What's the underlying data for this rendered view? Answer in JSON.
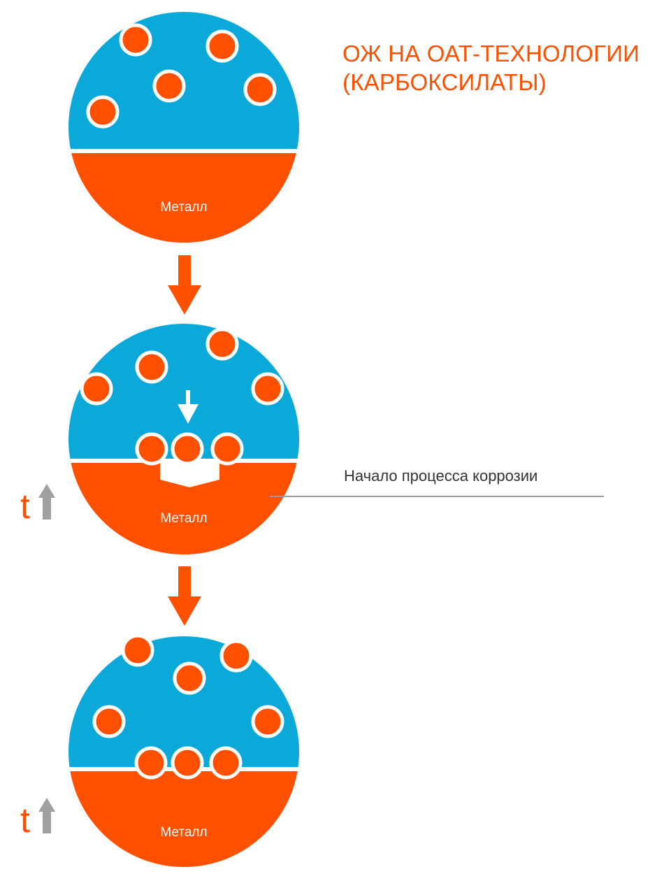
{
  "title": {
    "line1": "ОЖ НА ОАТ-ТЕХНОЛОГИИ",
    "line2": "(КАРБОКСИЛАТЫ)"
  },
  "annotation": {
    "text": "Начало процесса коррозии"
  },
  "stages": [
    {
      "metal_label": "Металл"
    },
    {
      "metal_label": "Металл",
      "time_symbol": "t"
    },
    {
      "metal_label": "Металл",
      "time_symbol": "t"
    }
  ],
  "colors": {
    "coolant": "#0aa9d9",
    "metal": "#ff5000",
    "particle": "#ff5000",
    "arrow": "#ff5000",
    "time_arrow": "#a0a0a0",
    "leader_line": "#9b9b9b",
    "title": "#ff5000"
  }
}
